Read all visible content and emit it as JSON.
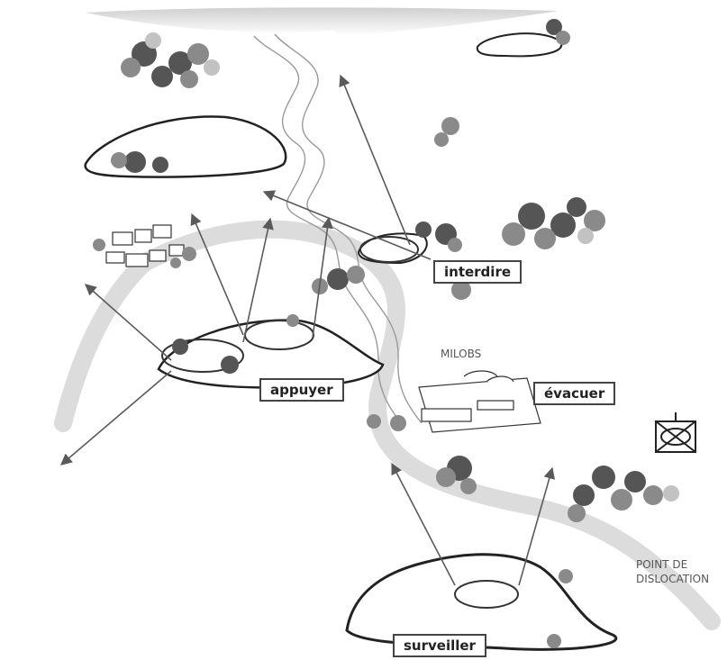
{
  "labels": {
    "interdire": "interdire",
    "appuyer": "appuyer",
    "evacuer": "évacuer",
    "surveiller": "surveiller",
    "milobs": "MILOBS",
    "dislocation_line1": "POINT DE",
    "dislocation_line2": "DISLOCATION"
  },
  "colors": {
    "route": "#dcdcdc",
    "river_edge": "#9a9a9a",
    "arrow": "#5a5a5a",
    "tree_dark": "#555555",
    "tree_mid": "#8a8a8a",
    "tree_light": "#c2c2c2",
    "hill_outline": "#222222"
  },
  "symbol": "unit-symbol-icon"
}
